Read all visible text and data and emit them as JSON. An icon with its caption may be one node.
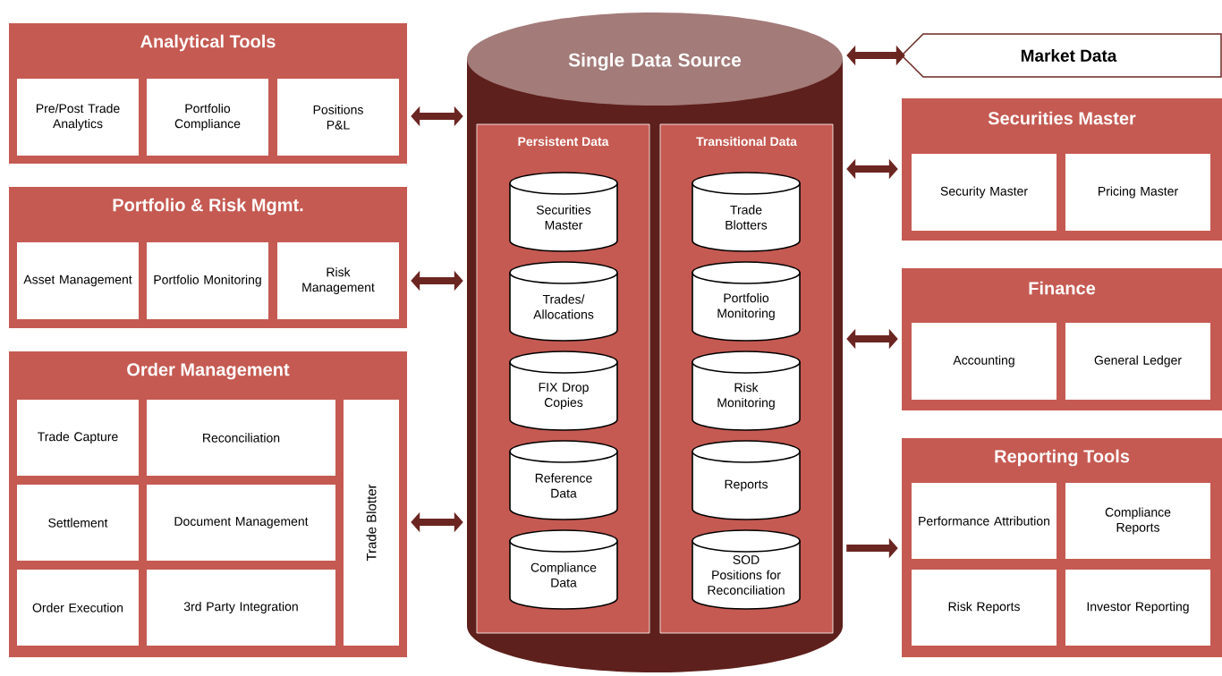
{
  "diagram": {
    "nodes": [
      {
        "text": [
          "Analytical Tools"
        ]
      },
      {
        "text": [
          "Pre/Post Trade Analytics"
        ],
        "in": 0
      },
      {
        "text": [
          "Portfolio Compliance"
        ],
        "in": 0
      },
      {
        "text": [
          "Positions P&L"
        ],
        "in": 0
      },
      {
        "text": [
          "Portfolio & Risk Mgmt."
        ]
      },
      {
        "text": [
          "Asset Management"
        ],
        "in": 4
      },
      {
        "text": [
          "Portfolio Monitoring"
        ],
        "in": 4
      },
      {
        "text": [
          "Risk Management"
        ],
        "in": 4
      },
      {
        "text": [
          "Order Management"
        ]
      },
      {
        "text": [
          "Trade Capture"
        ],
        "in": 8
      },
      {
        "text": [
          "Reconciliation"
        ],
        "in": 8
      },
      {
        "text": [
          "Trade Blotter"
        ],
        "in": 8
      },
      {
        "text": [
          "Settlement"
        ],
        "in": 8
      },
      {
        "text": [
          "Document Management"
        ],
        "in": 8
      },
      {
        "text": [
          "Order Execution"
        ],
        "in": 8
      },
      {
        "text": [
          "3rd Party Integration"
        ],
        "in": 8
      },
      {
        "text": [
          "Single Data Source"
        ]
      },
      {
        "text": [
          "Persistent Data"
        ],
        "in": 16
      },
      {
        "text": [
          "Securities Master"
        ],
        "in": 17
      },
      {
        "text": [
          "Trades/ Allocations"
        ],
        "in": 17
      },
      {
        "text": [
          "FIX Drop Copies"
        ],
        "in": 17
      },
      {
        "text": [
          "Reference Data"
        ],
        "in": 17
      },
      {
        "text": [
          "Compliance Data"
        ],
        "in": 17
      },
      {
        "text": [
          "Transitional Data"
        ],
        "in": 16
      },
      {
        "text": [
          "Trade Blotters"
        ],
        "in": 23
      },
      {
        "text": [
          "Portfolio Monitoring"
        ],
        "in": 23
      },
      {
        "text": [
          "Risk Monitoring"
        ],
        "in": 23
      },
      {
        "text": [
          "Reports"
        ],
        "in": 23
      },
      {
        "text": [
          "SOD Positions for Reconciliation"
        ],
        "in": 23
      },
      {
        "text": [
          "Market Data"
        ]
      },
      {
        "text": [
          "Securities Master"
        ]
      },
      {
        "text": [
          "Security Master"
        ],
        "in": 30
      },
      {
        "text": [
          "Pricing Master"
        ],
        "in": 30
      },
      {
        "text": [
          "Finance"
        ]
      },
      {
        "text": [
          "Accounting"
        ],
        "in": 33
      },
      {
        "text": [
          "General Ledger"
        ],
        "in": 33
      },
      {
        "text": [
          "Reporting Tools"
        ]
      },
      {
        "text": [
          "Performance Attribution"
        ],
        "in": 36
      },
      {
        "text": [
          "Compliance Reports"
        ],
        "in": 36
      },
      {
        "text": [
          "Risk Reports"
        ],
        "in": 36
      },
      {
        "text": [
          "Investor Reporting"
        ],
        "in": 36
      }
    ],
    "edges": [
      {
        "from": 0,
        "to": 16,
        "arrow": "both"
      },
      {
        "from": 4,
        "to": 16,
        "arrow": "both"
      },
      {
        "from": 8,
        "to": 16,
        "arrow": "both"
      },
      {
        "from": 16,
        "to": 29,
        "arrow": "both"
      },
      {
        "from": 16,
        "to": 30,
        "arrow": "both"
      },
      {
        "from": 16,
        "to": 33,
        "arrow": "both"
      },
      {
        "from": 16,
        "to": 36,
        "arrow": "to"
      }
    ]
  }
}
